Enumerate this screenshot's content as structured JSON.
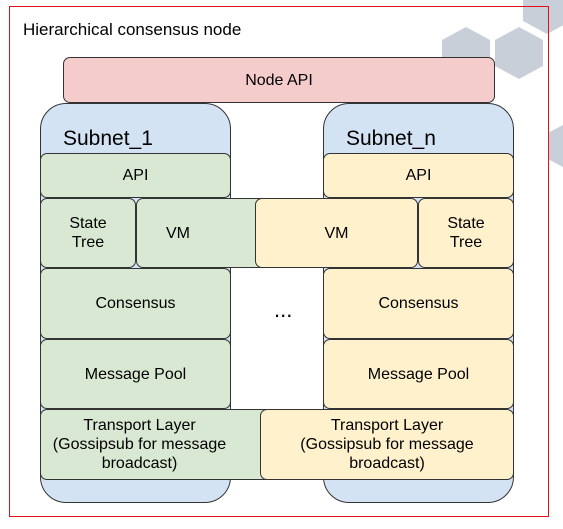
{
  "title": "Hierarchical consensus node",
  "node_api": "Node API",
  "ellipsis": "...",
  "subnet_1": {
    "name": "Subnet_1",
    "api": "API",
    "state_tree": [
      "State",
      "Tree"
    ],
    "vm": "VM",
    "consensus": "Consensus",
    "message_pool": "Message Pool",
    "transport": [
      "Transport Layer",
      "(Gossipsub for message",
      "broadcast)"
    ]
  },
  "subnet_n": {
    "name": "Subnet_n",
    "api": "API",
    "state_tree": [
      "State",
      "Tree"
    ],
    "vm": "VM",
    "consensus": "Consensus",
    "message_pool": "Message Pool",
    "transport": [
      "Transport Layer",
      "(Gossipsub for message",
      "broadcast)"
    ]
  },
  "colors": {
    "frame": "#e0101a",
    "node_api": "#f5cccc",
    "subnet_bg": "#d4e3f4",
    "subnet_1_layers": "#d9e8d2",
    "subnet_n_layers": "#fff1cc",
    "hexagons": "#c9cfd9"
  },
  "decorations": [
    "hexagon-pattern"
  ]
}
